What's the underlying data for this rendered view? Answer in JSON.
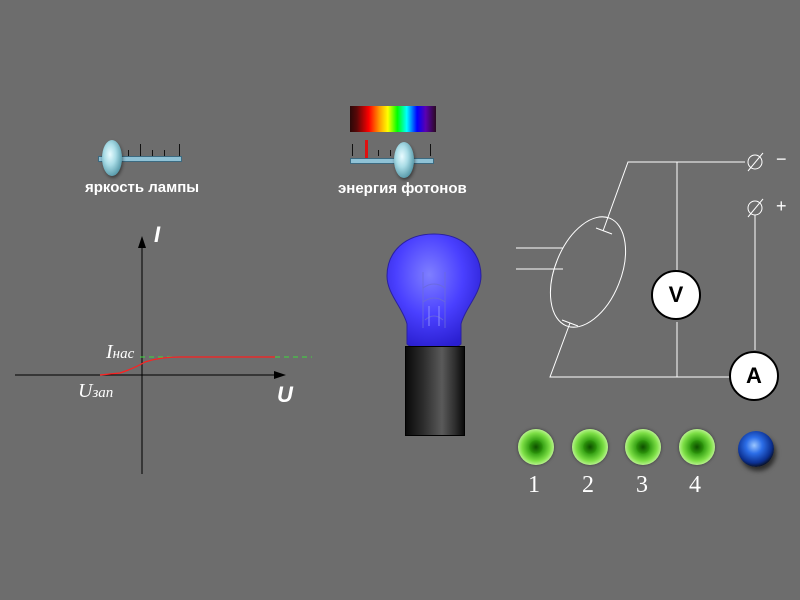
{
  "brightness_slider": {
    "label": "яркость лампы",
    "value": 0.0
  },
  "energy_slider": {
    "label": "энергия фотонов",
    "value": 0.7
  },
  "graph": {
    "axis_y": "I",
    "axis_x": "U",
    "saturation_label": "I",
    "saturation_sub": "нас",
    "stop_label": "U",
    "stop_sub": "зап",
    "curve_color": "#ff2020",
    "saturation_line_color": "#3ddc3d"
  },
  "lamp": {
    "bulb_color": "#4a40ff"
  },
  "circuit": {
    "voltmeter": "V",
    "ammeter": "A",
    "terminal_minus": "−",
    "terminal_plus": "+"
  },
  "indicators": [
    "1",
    "2",
    "3",
    "4"
  ],
  "indicator_color": "#5ed82a",
  "button_color": "#2c6ee8"
}
